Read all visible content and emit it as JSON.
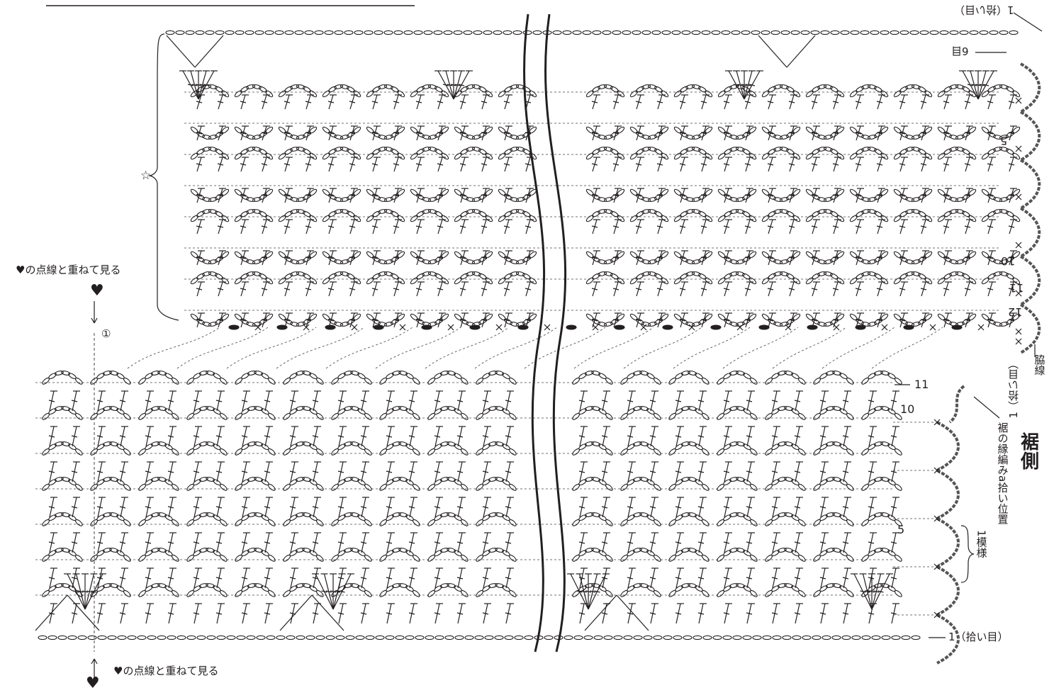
{
  "labels": {
    "heart_note_left": "♥の点線と重ねて見る",
    "heart_note_bottom": "♥の点線と重ねて見る",
    "heart_symbol": "♥",
    "circled_one": "①",
    "star_symbol": "☆",
    "pickup_top": "1（拾い目）",
    "row6_top": "6目",
    "pickup_bottom": "1（拾い目）",
    "pickup_side": "1（拾い目）",
    "side_seam": "脇線",
    "hem_side": "裾側",
    "hem_edging": "裾の縁編みa拾い位置",
    "one_pattern": "1模様"
  },
  "row_numbers": {
    "top_5": "5",
    "top_10": "10",
    "top_11": "11",
    "top_12": "12",
    "bottom_11": "11",
    "bottom_10": "10",
    "bottom_5": "5"
  },
  "colors": {
    "ink": "#231f20",
    "edging": "#555555",
    "dashed": "#444444",
    "background": "#ffffff"
  }
}
